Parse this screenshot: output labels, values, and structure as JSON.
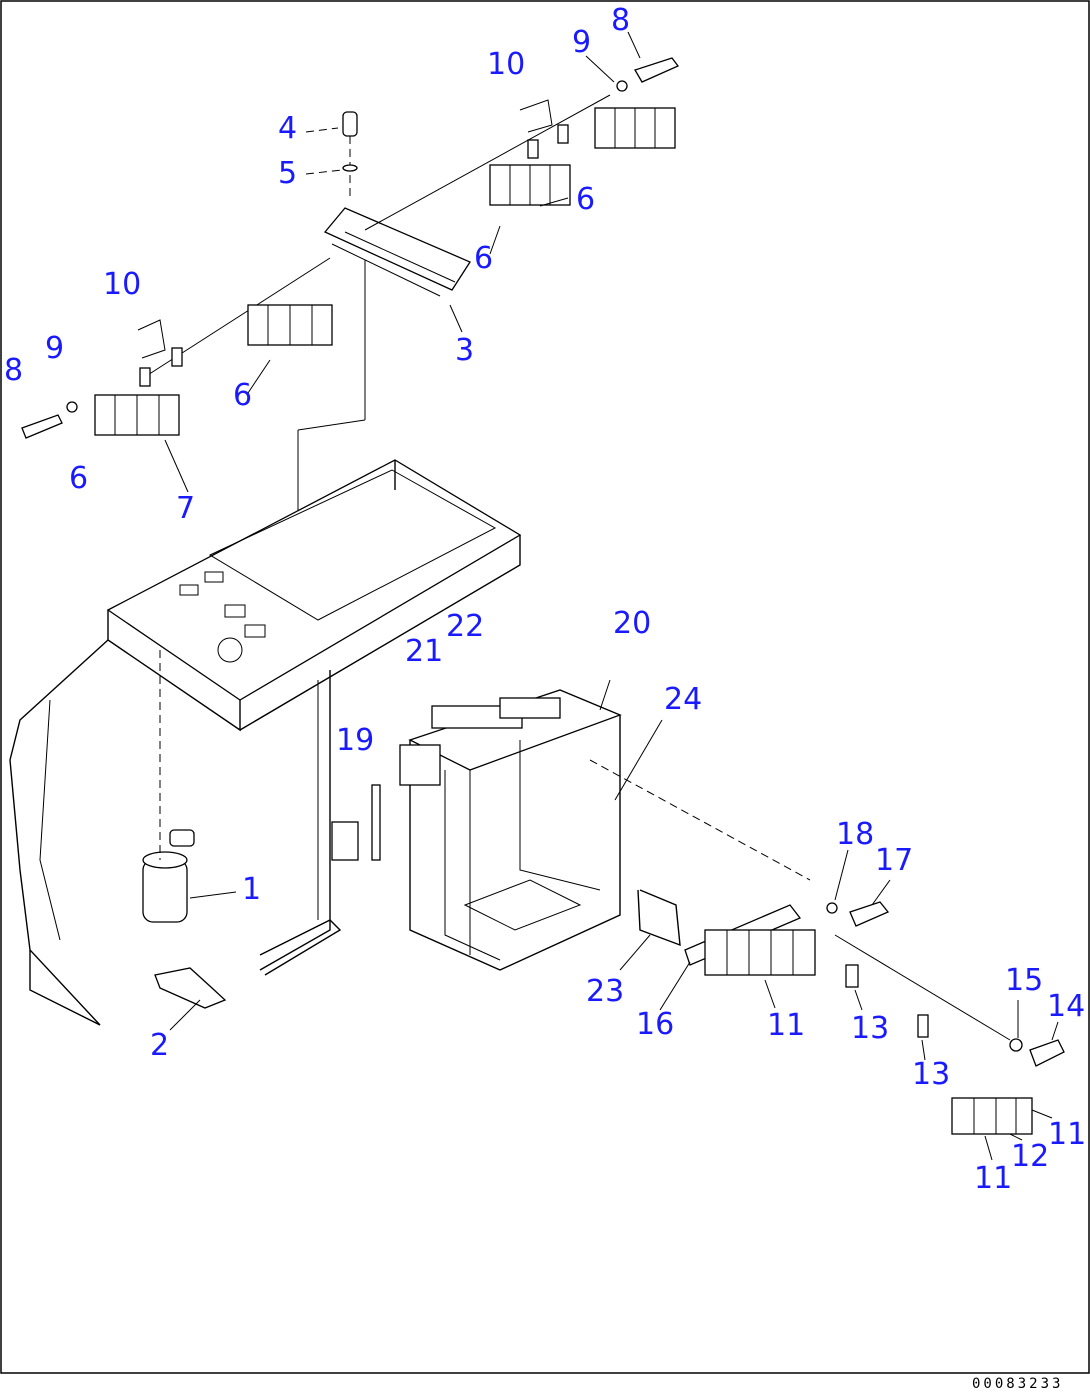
{
  "callouts": [
    {
      "id": "c8a",
      "label": "8"
    },
    {
      "id": "c9a",
      "label": "9"
    },
    {
      "id": "c10a",
      "label": "10"
    },
    {
      "id": "c4",
      "label": "4"
    },
    {
      "id": "c5",
      "label": "5"
    },
    {
      "id": "c6a",
      "label": "6"
    },
    {
      "id": "c6b",
      "label": "6"
    },
    {
      "id": "c3",
      "label": "3"
    },
    {
      "id": "c10b",
      "label": "10"
    },
    {
      "id": "c9b",
      "label": "9"
    },
    {
      "id": "c8b",
      "label": "8"
    },
    {
      "id": "c6c",
      "label": "6"
    },
    {
      "id": "c6d",
      "label": "6"
    },
    {
      "id": "c7",
      "label": "7"
    },
    {
      "id": "c20",
      "label": "20"
    },
    {
      "id": "c22",
      "label": "22"
    },
    {
      "id": "c21",
      "label": "21"
    },
    {
      "id": "c24",
      "label": "24"
    },
    {
      "id": "c19",
      "label": "19"
    },
    {
      "id": "c18",
      "label": "18"
    },
    {
      "id": "c17",
      "label": "17"
    },
    {
      "id": "c1",
      "label": "1"
    },
    {
      "id": "c15",
      "label": "15"
    },
    {
      "id": "c14",
      "label": "14"
    },
    {
      "id": "c23",
      "label": "23"
    },
    {
      "id": "c16",
      "label": "16"
    },
    {
      "id": "c11a",
      "label": "11"
    },
    {
      "id": "c13a",
      "label": "13"
    },
    {
      "id": "c2",
      "label": "2"
    },
    {
      "id": "c13b",
      "label": "13"
    },
    {
      "id": "c11b",
      "label": "11"
    },
    {
      "id": "c12",
      "label": "12"
    },
    {
      "id": "c11c",
      "label": "11"
    }
  ],
  "document_number": "00083233"
}
